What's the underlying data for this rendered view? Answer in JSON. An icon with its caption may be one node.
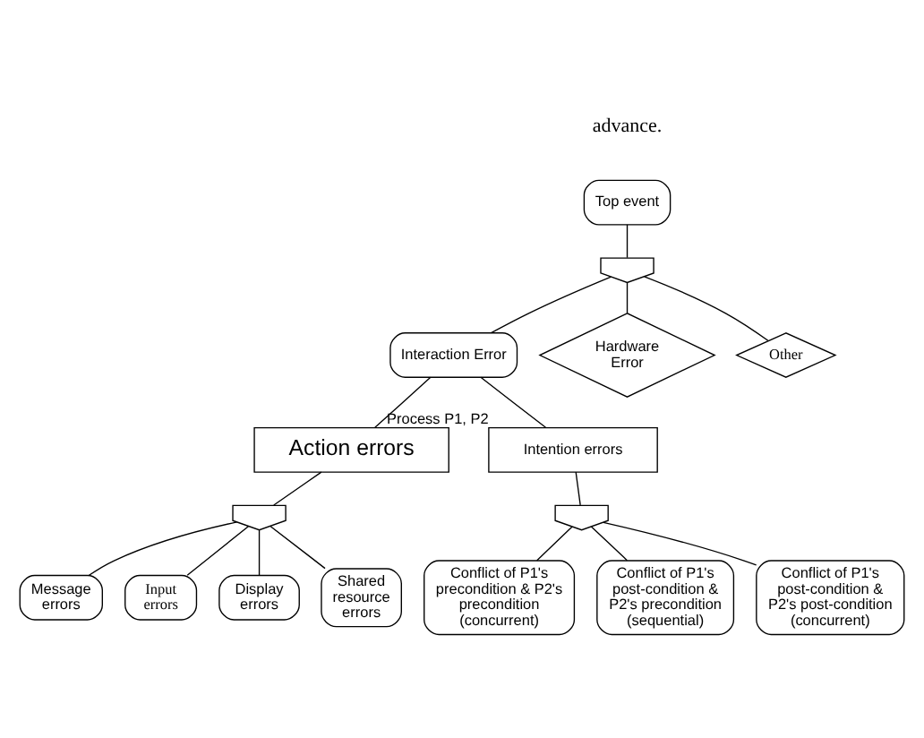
{
  "diagram": {
    "nodes": [
      {
        "text": [
          "Top event"
        ]
      },
      {
        "text": [],
        "shape": "gate"
      },
      {
        "text": [
          "Interaction Error"
        ]
      },
      {
        "text": [
          "Hardware Error"
        ]
      },
      {
        "text": [
          "Other"
        ]
      },
      {
        "text": [
          "Action errors"
        ]
      },
      {
        "text": [
          "Intention errors"
        ],
        "beside": [
          "Process P1, P2"
        ]
      },
      {
        "text": [],
        "shape": "gate"
      },
      {
        "text": [],
        "shape": "gate"
      },
      {
        "text": [
          "Message errors"
        ]
      },
      {
        "text": [
          "Input errors"
        ]
      },
      {
        "text": [
          "Display errors"
        ]
      },
      {
        "text": [
          "Shared resource errors"
        ]
      },
      {
        "text": [
          "Conflict of P1's precondition & P2's precondition (concurrent)"
        ]
      },
      {
        "text": [
          "Conflict of P1's post-condition & P2's precondition (sequential)"
        ]
      },
      {
        "text": [
          "Conflict of P1's post-condition & P2's post-condition (concurrent)"
        ]
      }
    ],
    "edges": [
      {
        "from": 0,
        "to": 1,
        "arrow": "none"
      },
      {
        "from": 1,
        "to": 2,
        "arrow": "none"
      },
      {
        "from": 1,
        "to": 3,
        "arrow": "none"
      },
      {
        "from": 1,
        "to": 4,
        "arrow": "none"
      },
      {
        "from": 2,
        "to": 5,
        "arrow": "none"
      },
      {
        "from": 2,
        "to": 6,
        "arrow": "none"
      },
      {
        "from": 5,
        "to": 7,
        "arrow": "none"
      },
      {
        "from": 6,
        "to": 8,
        "arrow": "none"
      },
      {
        "from": 7,
        "to": 9,
        "arrow": "none"
      },
      {
        "from": 7,
        "to": 10,
        "arrow": "none"
      },
      {
        "from": 7,
        "to": 11,
        "arrow": "none"
      },
      {
        "from": 7,
        "to": 12,
        "arrow": "none"
      },
      {
        "from": 8,
        "to": 13,
        "arrow": "none"
      },
      {
        "from": 8,
        "to": 14,
        "arrow": "none"
      },
      {
        "from": 8,
        "to": 15,
        "arrow": "none"
      }
    ],
    "labels": [
      "advance."
    ]
  }
}
